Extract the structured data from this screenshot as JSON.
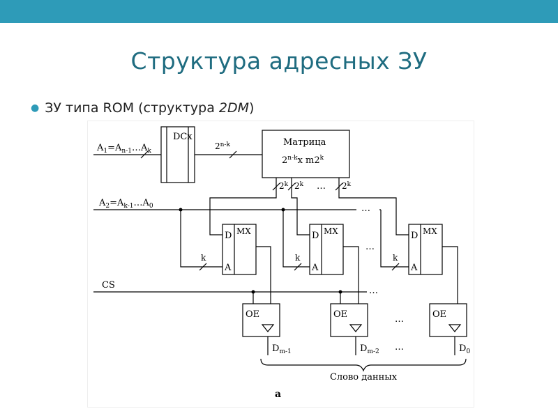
{
  "slide": {
    "title": "Структура адресных ЗУ",
    "bullet_prefix": "ЗУ типа ROM (структура ",
    "bullet_italic": "2DM",
    "bullet_suffix": ")"
  },
  "diagram": {
    "a1": {
      "main": "A",
      "sub1": "1",
      "eq": "=A",
      "sub2": "n-1",
      "dots": "…",
      "a": "A",
      "sub3": "k"
    },
    "a2": {
      "main": "A",
      "sub1": "2",
      "eq": "=A",
      "sub2": "k-1",
      "dots": "…",
      "a": "A",
      "sub3": "0"
    },
    "dcx": "DCx",
    "two_nk": {
      "base": "2",
      "exp": "n-k"
    },
    "matrix": {
      "title": "Матрица",
      "l1": "2",
      "e1": "n-k",
      "mid": "x m2",
      "e2": "k"
    },
    "two_k": {
      "base": "2",
      "exp": "k"
    },
    "mux": {
      "d": "D",
      "a": "A",
      "mx": "MX"
    },
    "k": "k",
    "cs": "CS",
    "oe": "OE",
    "ellipsis": "…",
    "outputs": [
      {
        "d": "D",
        "sub": "m-1"
      },
      {
        "d": "D",
        "sub": "m-2"
      },
      {
        "d": "D",
        "sub": "0"
      }
    ],
    "word_label": "Слово данных",
    "caption": "а"
  }
}
